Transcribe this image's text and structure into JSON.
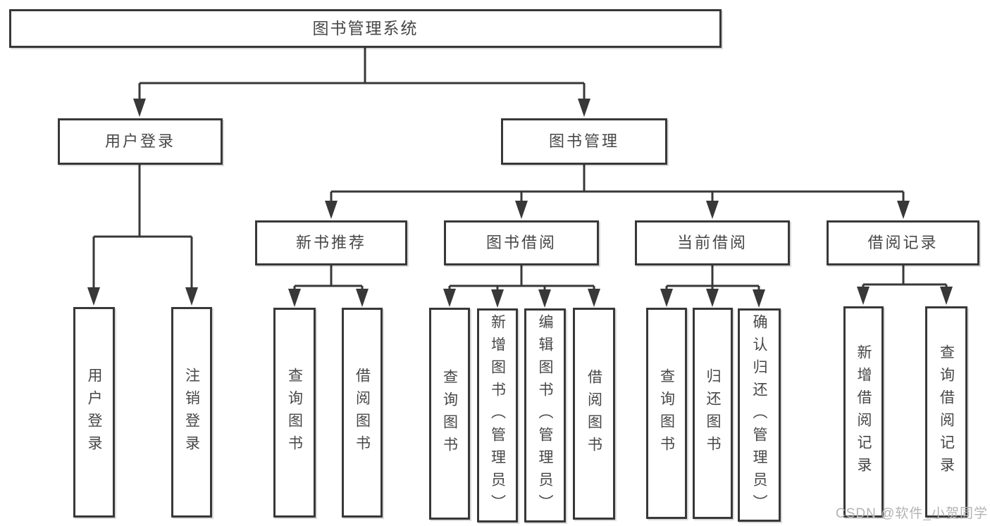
{
  "diagram": {
    "root_label": "图书管理系统",
    "level2": {
      "user_login": "用户登录",
      "book_management": "图书管理"
    },
    "level3": {
      "new_book_recommend": "新书推荐",
      "book_borrow": "图书借阅",
      "current_borrow": "当前借阅",
      "borrow_records": "借阅记录"
    },
    "leaves": {
      "user_login": [
        "用户登录",
        "注销登录"
      ],
      "new_book_recommend": [
        "查询图书",
        "借阅图书"
      ],
      "book_borrow": [
        "查询图书",
        "新增图书（管理员）",
        "编辑图书（管理员）",
        "借阅图书"
      ],
      "current_borrow": [
        "查询图书",
        "归还图书",
        "确认归还（管理员）"
      ],
      "borrow_records": [
        "新增借阅记录",
        "查询借阅记录"
      ]
    }
  },
  "colors": {
    "line": "#383838",
    "text": "#474747",
    "watermark": "#b3b3b3",
    "background": "#ffffff"
  },
  "watermark": {
    "text": "CSDN @软件_小贺同学"
  }
}
